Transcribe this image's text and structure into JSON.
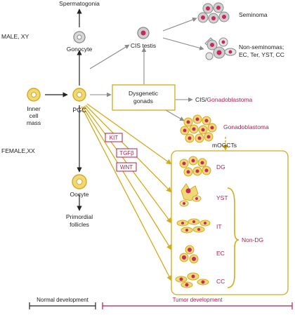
{
  "colors": {
    "gold": "#d4aa1a",
    "gold_light": "#f0d878",
    "red": "#b01e4a",
    "gray": "#8a8a8a",
    "gray_light": "#d6d6d6",
    "dark": "#222222"
  },
  "labels": {
    "spermatogonia": "Spermatogonia",
    "male_xy": "MALE, XY",
    "female_xx": "FEMALE,XX",
    "gonocyte": "Gonocyte",
    "cis_testis": "CIS testis",
    "seminoma": "Seminoma",
    "non_seminomas_1": "Non-seminomas;",
    "non_seminomas_2": "EC, Ter, YST, CC",
    "inner_cell_mass_1": "Inner",
    "inner_cell_mass_2": "cell",
    "inner_cell_mass_3": "mass",
    "pgc": "PGC",
    "dysgenetic_1": "Dysgenetic",
    "dysgenetic_2": "gonads",
    "cis_prefix": "CIS/",
    "gonadoblastoma_red": "Gonadoblastoma",
    "gonadoblastoma_right": "Gonadoblastoma",
    "mogcts": "mOGCTs",
    "kit": "KIT",
    "tgfb": "TGFβ",
    "wnt": "WNT",
    "oocyte": "Oocyte",
    "primordial_1": "Primordial",
    "primordial_2": "follicles",
    "dg": "DG",
    "yst": "YST",
    "it": "IT",
    "ec": "EC",
    "cc": "CC",
    "non_dg": "Non-DG",
    "normal_development": "Normal development",
    "tumor_development": "Tumor development"
  }
}
